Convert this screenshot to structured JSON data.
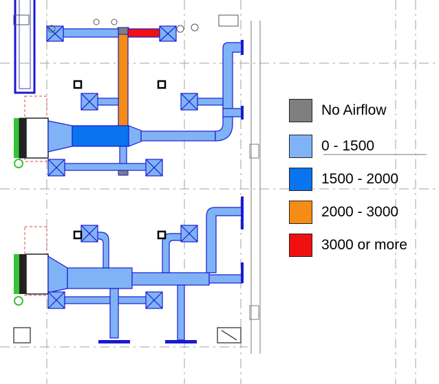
{
  "legend": {
    "items": [
      {
        "label": "No Airflow",
        "color": "#7f7f7f"
      },
      {
        "label": "0 - 1500",
        "color": "#80b3f5"
      },
      {
        "label": "1500 - 2000",
        "color": "#0a73ee"
      },
      {
        "label": "2000 - 3000",
        "color": "#f58c14"
      },
      {
        "label": "3000 or more",
        "color": "#f01010"
      }
    ]
  },
  "colors": {
    "duct_outline": "#1a1ad2",
    "fitting": "#1a1ad2",
    "grid_line": "#9a9a9a",
    "wall_line": "#7a7a7a",
    "unit_body": "#222222",
    "coil": "#35c435",
    "dashed_zone": "#e04040"
  },
  "icons": [
    "vav-box-icon",
    "air-terminal-icon",
    "diffuser-icon",
    "thermostat-icon",
    "fan-icon"
  ]
}
